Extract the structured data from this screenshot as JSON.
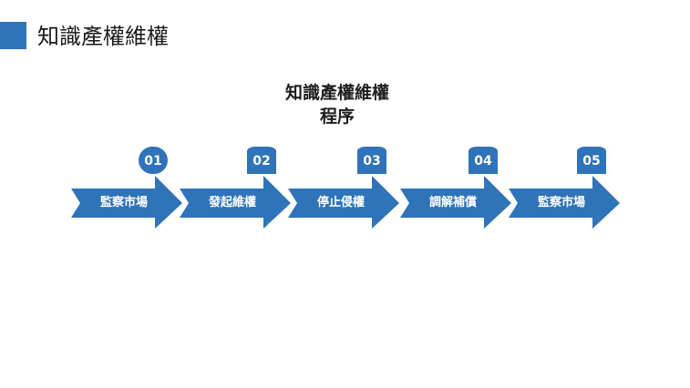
{
  "slide": {
    "title": "知識產權維權",
    "accent_color": "#2f73b9"
  },
  "diagram": {
    "title_line1": "知識產權維權",
    "title_line2": "程序",
    "steps": [
      {
        "number": "01",
        "label": "監察市場"
      },
      {
        "number": "02",
        "label": "發起維權"
      },
      {
        "number": "03",
        "label": "停止侵權"
      },
      {
        "number": "04",
        "label": "調解補償"
      },
      {
        "number": "05",
        "label": "監察市場"
      }
    ]
  }
}
